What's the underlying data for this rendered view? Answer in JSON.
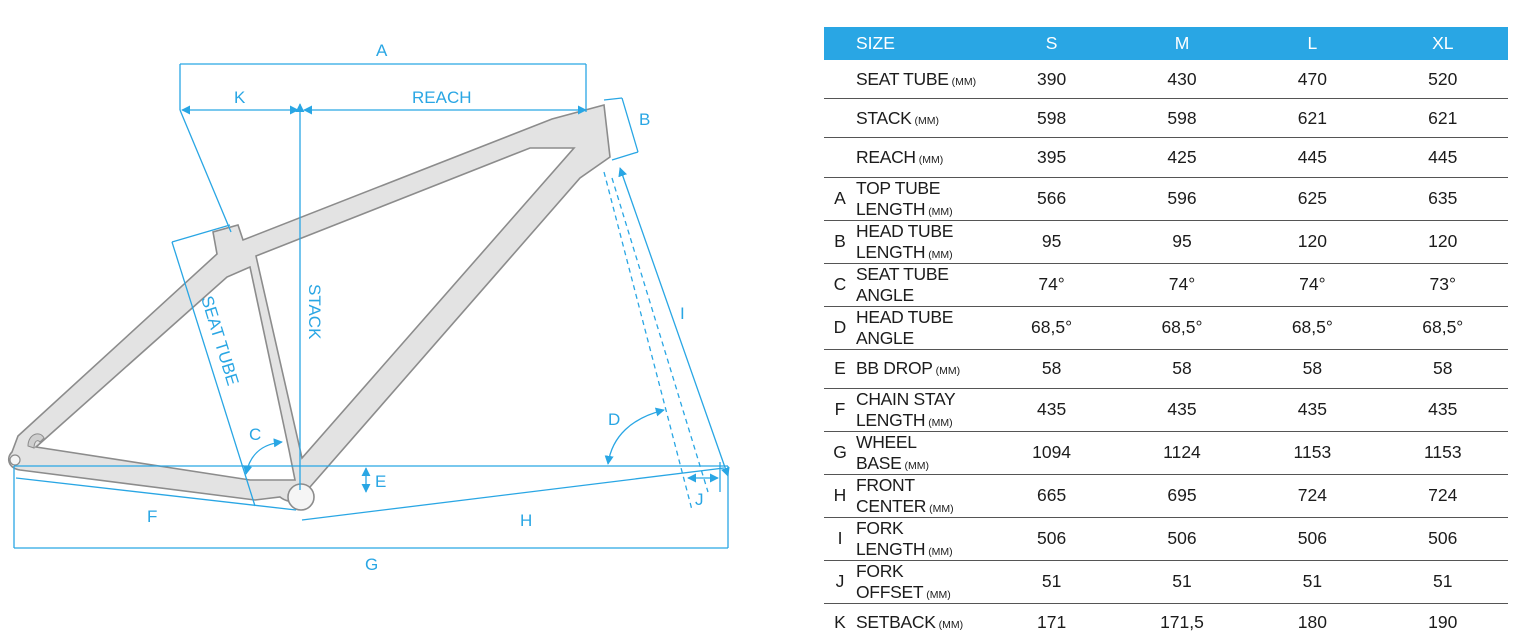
{
  "diagram": {
    "labels": {
      "a": "A",
      "k": "K",
      "reach": "REACH",
      "b": "B",
      "stack": "STACK",
      "seat_tube": "SEAT TUBE",
      "c": "C",
      "d": "D",
      "e": "E",
      "f": "F",
      "g": "G",
      "h": "H",
      "i": "I",
      "j": "J"
    }
  },
  "table": {
    "header": {
      "size_label": "SIZE",
      "sizes": [
        "S",
        "M",
        "L",
        "XL"
      ]
    },
    "rows": [
      {
        "letter": "",
        "label": "SEAT TUBE",
        "unit": "(MM)",
        "values": [
          "390",
          "430",
          "470",
          "520"
        ]
      },
      {
        "letter": "",
        "label": "STACK",
        "unit": "(MM)",
        "values": [
          "598",
          "598",
          "621",
          "621"
        ]
      },
      {
        "letter": "",
        "label": "REACH",
        "unit": "(MM)",
        "values": [
          "395",
          "425",
          "445",
          "445"
        ]
      },
      {
        "letter": "A",
        "label": "TOP TUBE LENGTH",
        "unit": "(MM)",
        "values": [
          "566",
          "596",
          "625",
          "635"
        ]
      },
      {
        "letter": "B",
        "label": "HEAD TUBE LENGTH",
        "unit": "(MM)",
        "values": [
          "95",
          "95",
          "120",
          "120"
        ]
      },
      {
        "letter": "C",
        "label": "SEAT TUBE ANGLE",
        "unit": "",
        "values": [
          "74°",
          "74°",
          "74°",
          "73°"
        ]
      },
      {
        "letter": "D",
        "label": "HEAD TUBE ANGLE",
        "unit": "",
        "values": [
          "68,5°",
          "68,5°",
          "68,5°",
          "68,5°"
        ]
      },
      {
        "letter": "E",
        "label": "BB DROP",
        "unit": "(MM)",
        "values": [
          "58",
          "58",
          "58",
          "58"
        ]
      },
      {
        "letter": "F",
        "label": "CHAIN STAY LENGTH",
        "unit": "(MM)",
        "values": [
          "435",
          "435",
          "435",
          "435"
        ]
      },
      {
        "letter": "G",
        "label": "WHEEL BASE",
        "unit": "(MM)",
        "values": [
          "1094",
          "1124",
          "1153",
          "1153"
        ]
      },
      {
        "letter": "H",
        "label": "FRONT CENTER",
        "unit": "(MM)",
        "values": [
          "665",
          "695",
          "724",
          "724"
        ]
      },
      {
        "letter": "I",
        "label": "FORK LENGTH",
        "unit": "(MM)",
        "values": [
          "506",
          "506",
          "506",
          "506"
        ]
      },
      {
        "letter": "J",
        "label": "FORK OFFSET",
        "unit": "(MM)",
        "values": [
          "51",
          "51",
          "51",
          "51"
        ]
      },
      {
        "letter": "K",
        "label": "SETBACK",
        "unit": "(MM)",
        "values": [
          "171",
          "171,5",
          "180",
          "190"
        ]
      }
    ]
  },
  "colors": {
    "accent": "#29a6e4",
    "frame_fill": "#e3e3e3",
    "frame_stroke": "#8c8c8c",
    "text": "#1c1c1c"
  }
}
